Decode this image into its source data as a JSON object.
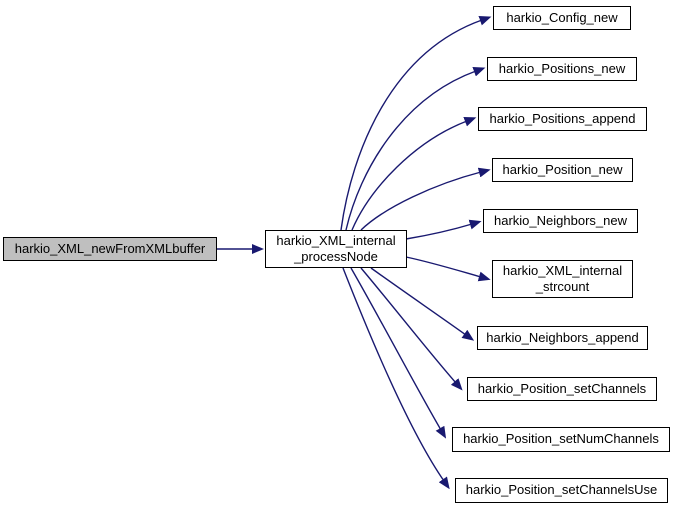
{
  "diagram": {
    "kind": "doxygen-call-graph",
    "background_color": "#ffffff",
    "edge_color": "#191970",
    "node_border_color": "#000000",
    "current_node_fill": "#bfbfbf",
    "node_fill": "#ffffff",
    "caller": {
      "label": "harkio_XML_newFromXMLbuffer"
    },
    "hub": {
      "label": "harkio_XML_internal\n_processNode"
    },
    "callees": [
      {
        "label": "harkio_Config_new"
      },
      {
        "label": "harkio_Positions_new"
      },
      {
        "label": "harkio_Positions_append"
      },
      {
        "label": "harkio_Position_new"
      },
      {
        "label": "harkio_Neighbors_new"
      },
      {
        "label": "harkio_XML_internal\n_strcount"
      },
      {
        "label": "harkio_Neighbors_append"
      },
      {
        "label": "harkio_Position_setChannels"
      },
      {
        "label": "harkio_Position_setNumChannels"
      },
      {
        "label": "harkio_Position_setChannelsUse"
      }
    ]
  }
}
